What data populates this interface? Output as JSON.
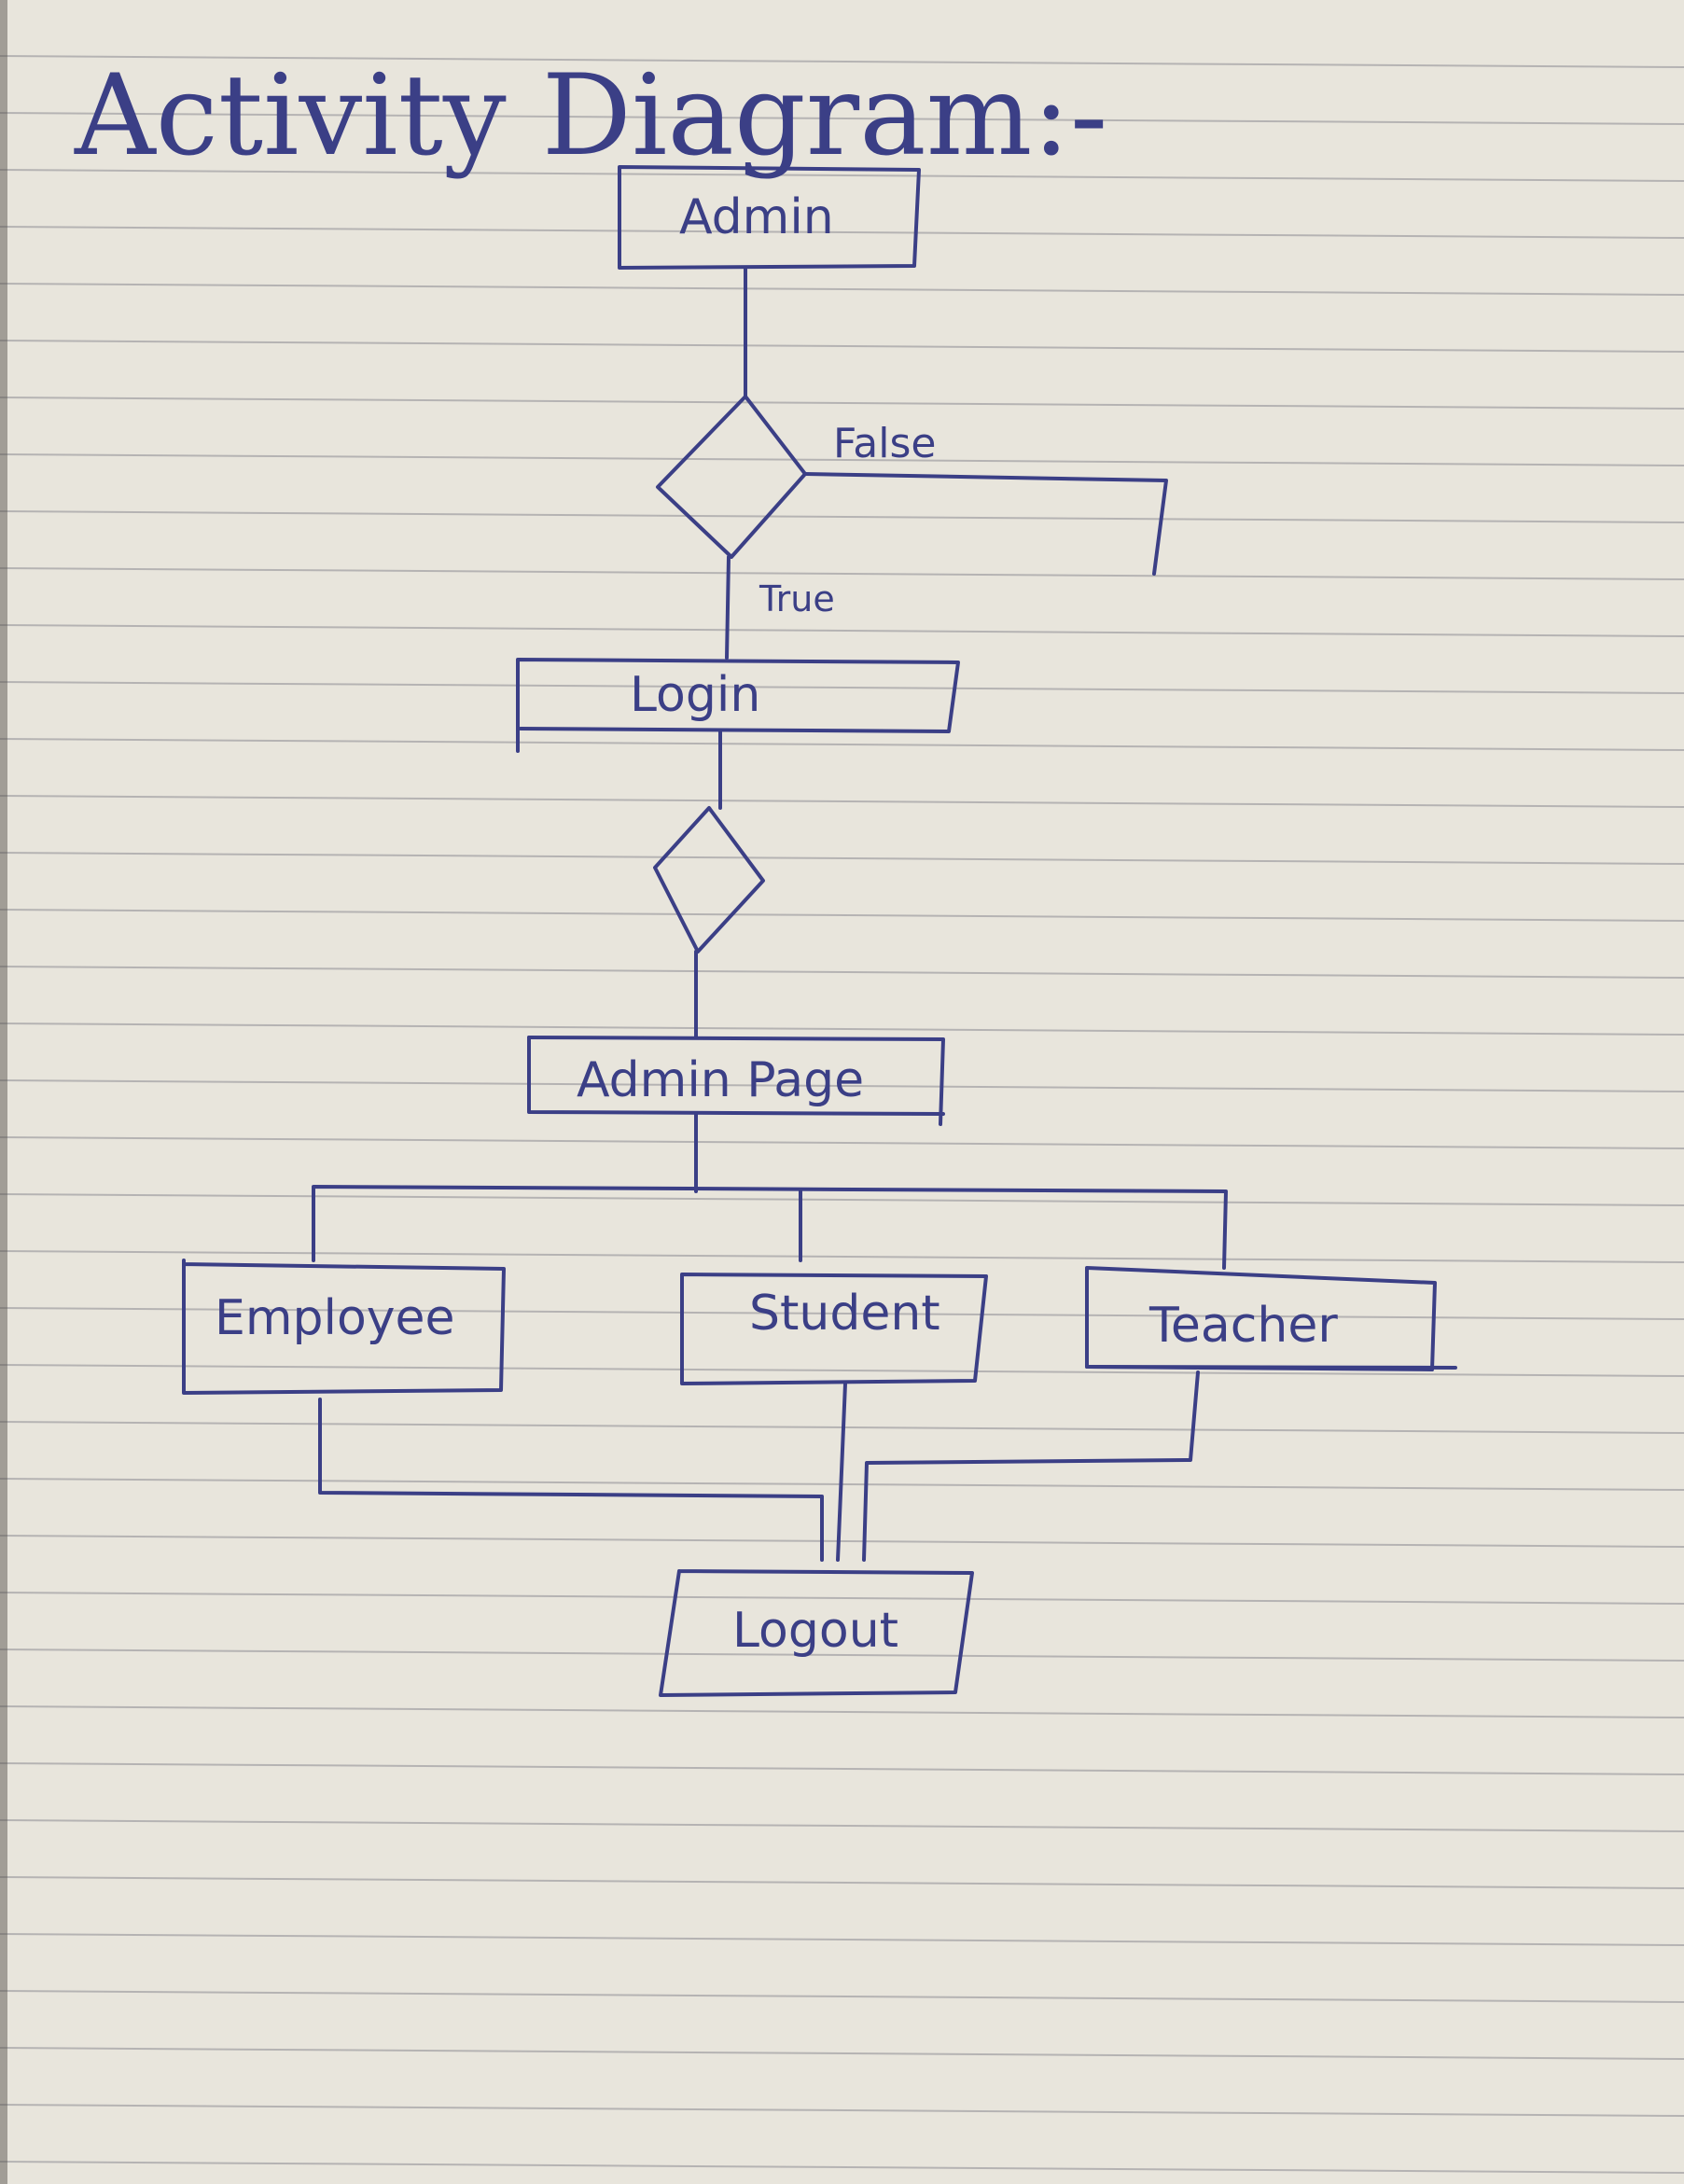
{
  "title": "Activity Diagram:-",
  "nodes": {
    "admin": "Admin",
    "login": "Login",
    "admin_page": "Admin Page",
    "employee": "Employee",
    "student": "Student",
    "teacher": "Teacher",
    "logout": "Logout"
  },
  "edge_labels": {
    "false": "False",
    "true": "True"
  },
  "colors": {
    "ink": "#3b3f86",
    "paper": "#e8e5dc"
  }
}
